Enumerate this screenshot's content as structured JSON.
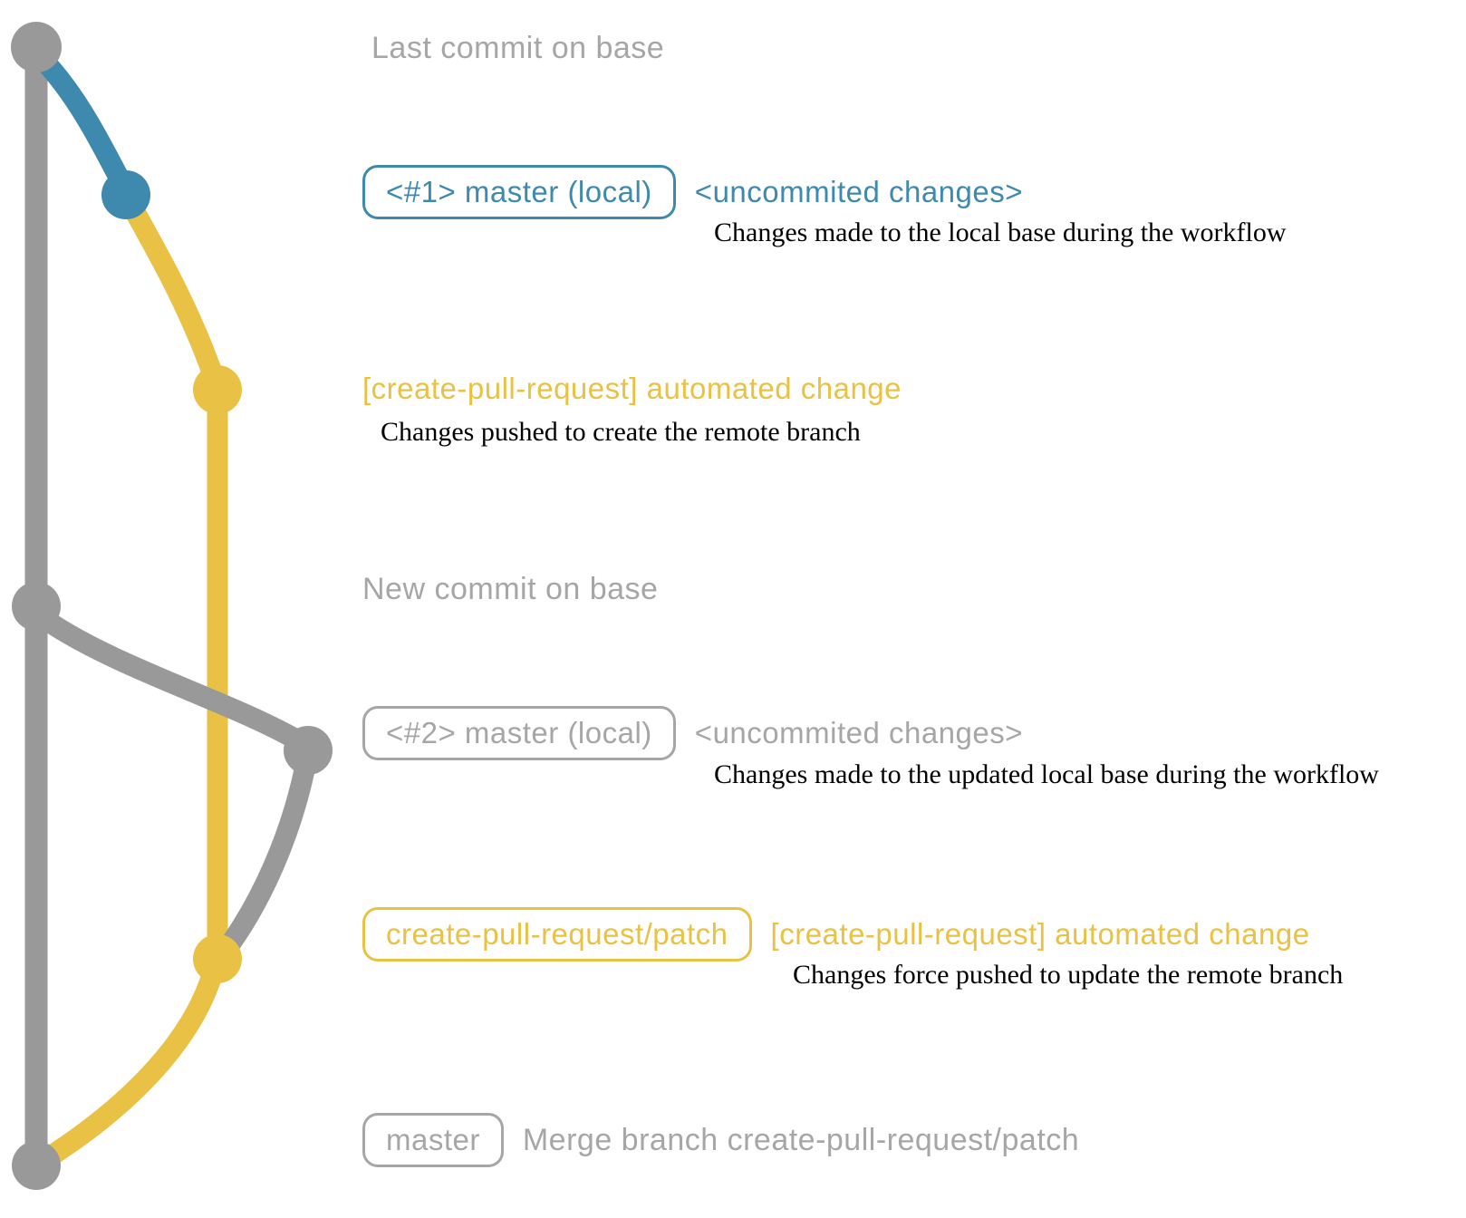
{
  "colors": {
    "graph_gray": "#999999",
    "text_gray": "#a6a6a6",
    "blue": "#3e89ae",
    "yellow": "#e9c245",
    "caption_black": "#000000",
    "background": "#ffffff"
  },
  "graph": {
    "type": "git-commit-graph",
    "branches": [
      {
        "id": "base-trunk",
        "color_key": "graph_gray"
      },
      {
        "id": "local-master-1",
        "color_key": "blue"
      },
      {
        "id": "create-pull-request-patch",
        "color_key": "yellow"
      },
      {
        "id": "local-master-2",
        "color_key": "graph_gray"
      }
    ],
    "nodes": [
      {
        "id": "last-commit-on-base",
        "color_key": "graph_gray"
      },
      {
        "id": "local-master-commit-1",
        "color_key": "blue"
      },
      {
        "id": "patch-branch-commit-1",
        "color_key": "yellow"
      },
      {
        "id": "new-commit-on-base",
        "color_key": "graph_gray"
      },
      {
        "id": "local-master-commit-2",
        "color_key": "graph_gray"
      },
      {
        "id": "patch-branch-commit-2",
        "color_key": "yellow"
      },
      {
        "id": "merge-commit",
        "color_key": "graph_gray"
      }
    ]
  },
  "annotations": {
    "last_commit": {
      "text": "Last commit on base"
    },
    "row1": {
      "badge": "<#1> master (local)",
      "message": "<uncommited changes>",
      "caption": "Changes made to the local base during the workflow"
    },
    "auto1": {
      "message": "[create-pull-request] automated change",
      "caption": "Changes pushed to create the remote branch"
    },
    "new_commit": {
      "text": "New commit on base"
    },
    "row2": {
      "badge": "<#2> master (local)",
      "message": "<uncommited changes>",
      "caption": "Changes made to the updated local base during the workflow"
    },
    "patch": {
      "badge": "create-pull-request/patch",
      "message": "[create-pull-request] automated change",
      "caption": "Changes force pushed to update the remote branch"
    },
    "merge": {
      "badge": "master",
      "message": "Merge branch create-pull-request/patch"
    }
  }
}
